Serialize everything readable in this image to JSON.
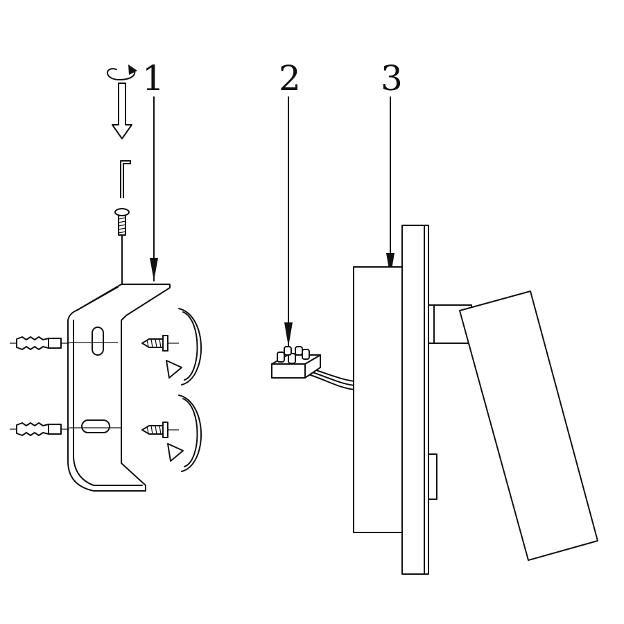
{
  "labels": {
    "bracket": "1",
    "terminal_block": "2",
    "lamp_body": "3"
  },
  "colors": {
    "line": "#111111",
    "background": "#ffffff"
  }
}
